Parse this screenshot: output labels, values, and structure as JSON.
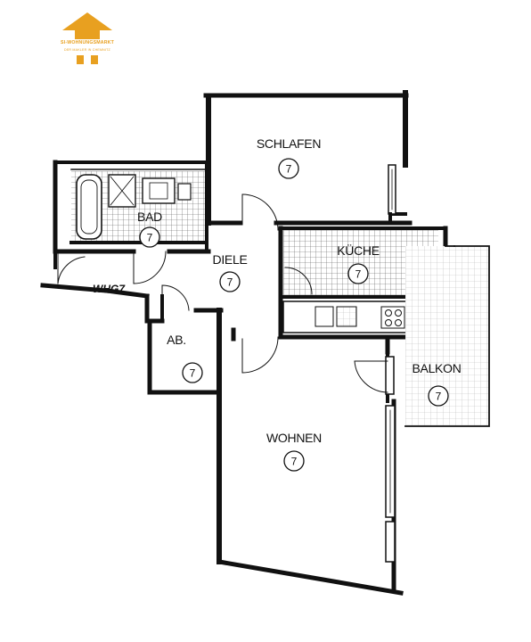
{
  "brand": {
    "name": "SI-WOHNUNGSMARKT",
    "tagline": "DER MAKLER IN CHEMNITZ",
    "color": "#e8a020"
  },
  "unit_label": "WHG7",
  "rooms": [
    {
      "id": "schlafen",
      "label": "SCHLAFEN",
      "marker": "7"
    },
    {
      "id": "bad",
      "label": "BAD",
      "marker": "7"
    },
    {
      "id": "diele",
      "label": "DIELE",
      "marker": "7"
    },
    {
      "id": "kuche",
      "label": "KÜCHE",
      "marker": "7"
    },
    {
      "id": "abstell",
      "label": "AB.",
      "marker": "7"
    },
    {
      "id": "balkon",
      "label": "BALKON",
      "marker": "7"
    },
    {
      "id": "wohnen",
      "label": "WOHNEN",
      "marker": "7"
    }
  ]
}
